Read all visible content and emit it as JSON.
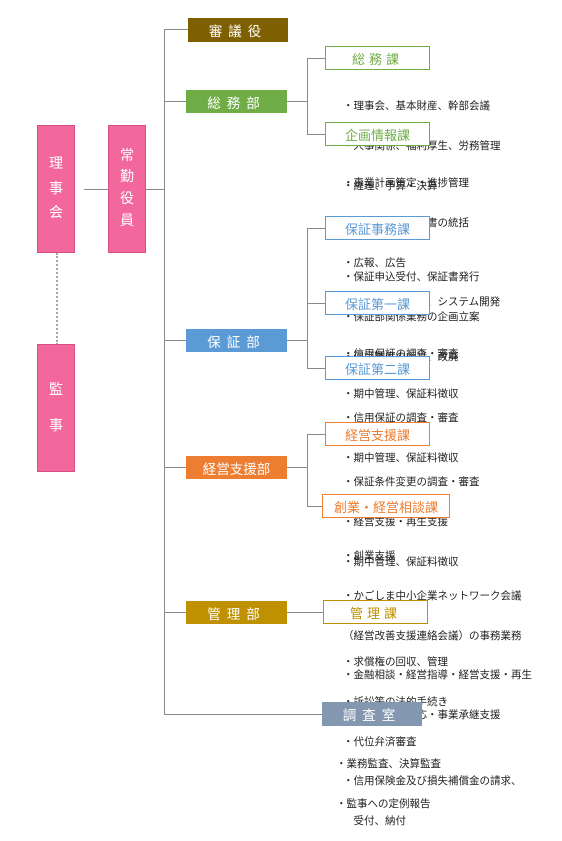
{
  "colors": {
    "executive": "#f2689c",
    "council": "#7f6000",
    "general_affairs": "#70ad47",
    "guarantee": "#5b9bd5",
    "business_support": "#ed7d31",
    "management": "#bf9000",
    "audit": "#8497b0"
  },
  "board": {
    "label": "理事会",
    "chars": [
      "理",
      "事",
      "会"
    ]
  },
  "auditor": {
    "label": "監事",
    "chars": [
      "監",
      "事"
    ]
  },
  "executive_officers": {
    "label": "常勤役員",
    "chars": [
      "常",
      "勤",
      "役",
      "員"
    ]
  },
  "council": {
    "label": "審議役"
  },
  "departments": [
    {
      "key": "general_affairs",
      "label": "総務部",
      "sections": [
        {
          "label": "総務課",
          "duties": [
            "・理事会、基本財産、幹部会議",
            "・人事関係、福利厚生、労務管理",
            "・経理、予算・決算"
          ]
        },
        {
          "label": "企画情報課",
          "duties": [
            "・事業計画策定・進捗管理",
            "・定款、業務方法書の統括",
            "・広報、広告",
            "・電算の運営管理、システム開発"
          ]
        }
      ]
    },
    {
      "key": "guarantee",
      "label": "保証部",
      "sections": [
        {
          "label": "保証事務課",
          "duties": [
            "・保証申込受付、保証書発行",
            "・保証部関係業務の企画立案",
            "・保証制度の創設、改廃"
          ]
        },
        {
          "label": "保証第一課",
          "duties": [
            "・信用保証の調査・審査",
            "・期中管理、保証料徴収"
          ]
        },
        {
          "label": "保証第二課",
          "duties": [
            "・信用保証の調査・審査",
            "・期中管理、保証料徴収"
          ]
        }
      ]
    },
    {
      "key": "business_support",
      "label": "経営支援部",
      "sections": [
        {
          "label": "経営支援課",
          "duties": [
            "・保証条件変更の調査・審査",
            "・経営支援・再生支援",
            "・期中管理、保証料徴収"
          ]
        },
        {
          "label": "創業・経営相談課",
          "duties": [
            "・創業支援",
            "・かごしま中小企業ネットワーク会議",
            "（経営改善支援連絡会議）の事務業務",
            "・金融相談・経営指導・経営支援・再生",
            "　支援、保証対応・事業承継支援"
          ]
        }
      ]
    },
    {
      "key": "management",
      "label": "管理部",
      "sections": [
        {
          "label": "管理課",
          "duties": [
            "・求償権の回収、管理",
            "・訴訟等の法的手続き",
            "・代位弁済審査",
            "・信用保険金及び損失補償金の請求、",
            "　受付、納付"
          ]
        }
      ]
    }
  ],
  "audit_office": {
    "label": "調査室",
    "duties": [
      "・業務監査、決算監査",
      "・監事への定例報告"
    ]
  }
}
